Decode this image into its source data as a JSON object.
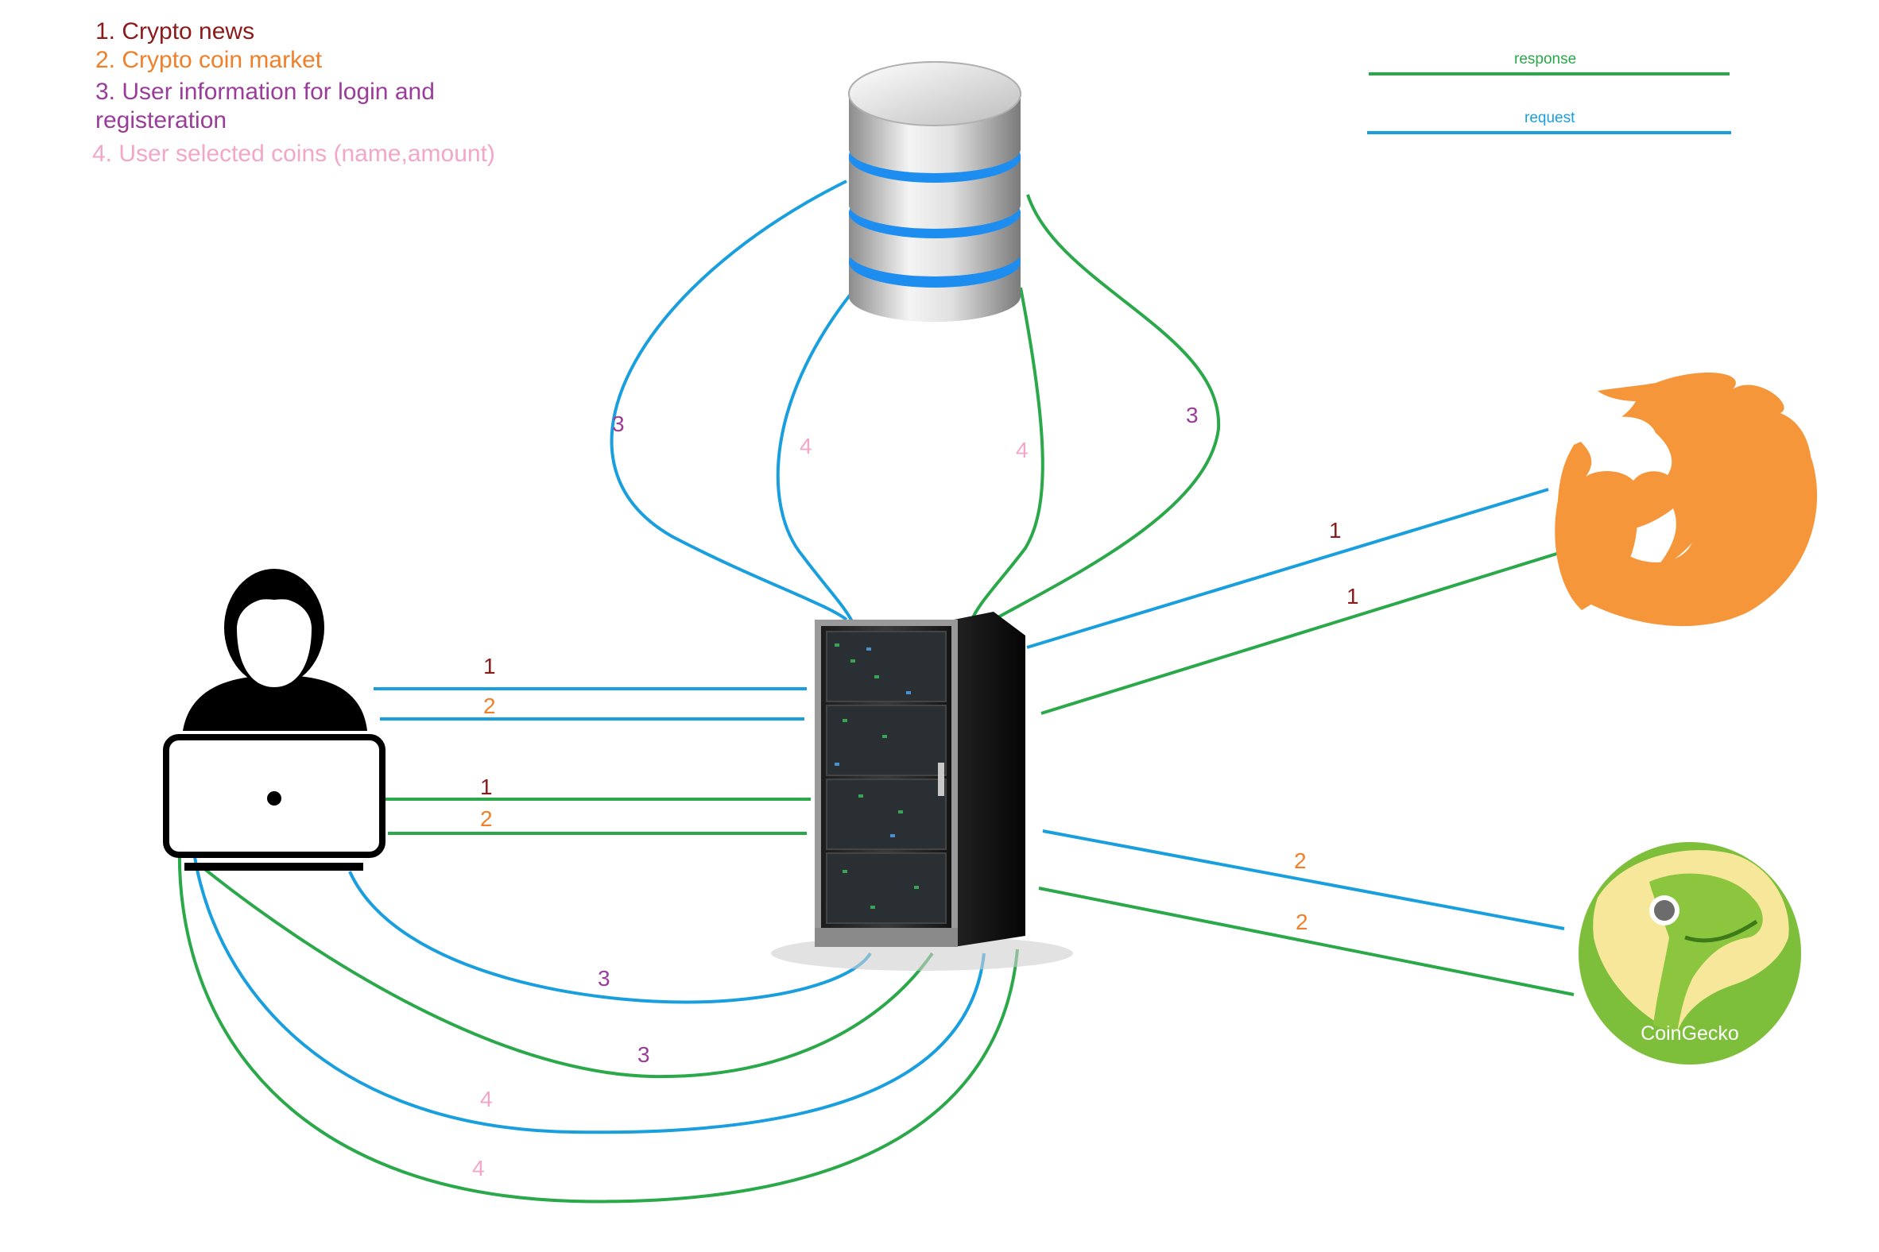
{
  "legend": {
    "item1": "1. Crypto news",
    "item2": "2. Crypto coin market",
    "item3_line1": "3. User information for login and",
    "item3_line2": "registeration",
    "item4": "4. User selected coins (name,amount)"
  },
  "key": {
    "response": "response",
    "request": "request"
  },
  "nodes": {
    "user": "user-with-laptop",
    "server": "server-rack",
    "database": "database",
    "news_api": "cryptonews-wolf-logo",
    "coingecko": "CoinGecko"
  },
  "flow_labels": {
    "db_left_3": "3",
    "db_inner_left_4": "4",
    "db_inner_right_4": "4",
    "db_right_3": "3",
    "news_req_1": "1",
    "news_res_1": "1",
    "user_req_1": "1",
    "user_req_2": "2",
    "user_res_1": "1",
    "user_res_2": "2",
    "gecko_req_2": "2",
    "gecko_res_2": "2",
    "curve_req_3": "3",
    "curve_res_3": "3",
    "curve_req_4": "4",
    "curve_res_4": "4"
  },
  "colors": {
    "request": "#1a9fde",
    "response": "#2aa84a",
    "label1": "#8b1a1a",
    "label2": "#f07f2a",
    "label3": "#9a3c9a",
    "label4": "#f2a6c8",
    "wolf": "#f5963a",
    "gecko_bg": "#7dbf3a"
  }
}
